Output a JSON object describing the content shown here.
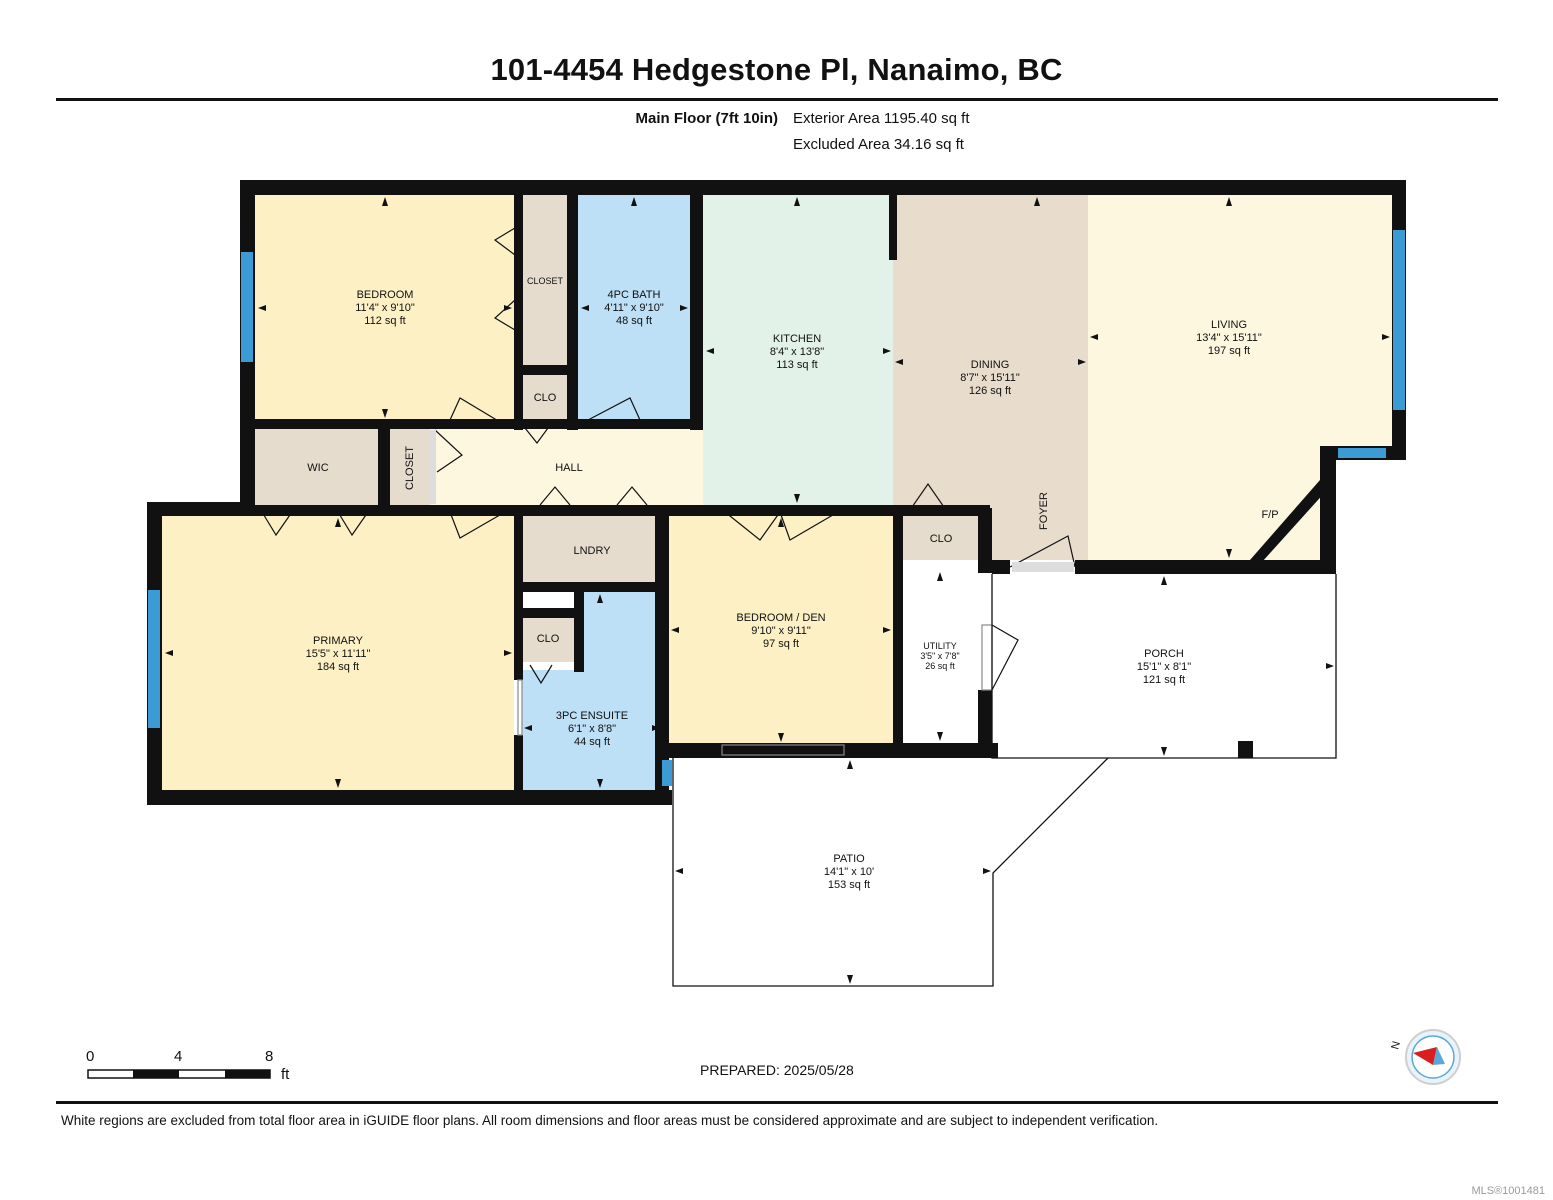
{
  "title": "101-4454 Hedgestone Pl, Nanaimo, BC",
  "floor": {
    "label": "Main Floor (7ft 10in)",
    "exterior_area": "Exterior Area 1195.40 sq ft",
    "excluded_area": "Excluded Area 34.16 sq ft"
  },
  "rooms": {
    "bedroom": {
      "name": "BEDROOM",
      "dims": "11'4\" x 9'10\"",
      "area": "112 sq ft"
    },
    "closet_top": {
      "name": "CLOSET"
    },
    "bath4": {
      "name": "4PC BATH",
      "dims": "4'11\" x 9'10\"",
      "area": "48 sq ft"
    },
    "kitchen": {
      "name": "KITCHEN",
      "dims": "8'4\" x 13'8\"",
      "area": "113 sq ft"
    },
    "dining": {
      "name": "DINING",
      "dims": "8'7\" x 15'11\"",
      "area": "126 sq ft"
    },
    "living": {
      "name": "LIVING",
      "dims": "13'4\" x 15'11\"",
      "area": "197 sq ft"
    },
    "clo_hall": {
      "name": "CLO"
    },
    "wic": {
      "name": "WIC"
    },
    "closet_hall": {
      "name": "CLOSET"
    },
    "hall": {
      "name": "HALL"
    },
    "lndry": {
      "name": "LNDRY"
    },
    "primary": {
      "name": "PRIMARY",
      "dims": "15'5\" x 11'11\"",
      "area": "184 sq ft"
    },
    "clo_ensuite": {
      "name": "CLO"
    },
    "ensuite": {
      "name": "3PC ENSUITE",
      "dims": "6'1\" x 8'8\"",
      "area": "44 sq ft"
    },
    "den": {
      "name": "BEDROOM / DEN",
      "dims": "9'10\" x 9'11\"",
      "area": "97 sq ft"
    },
    "clo_foyer": {
      "name": "CLO"
    },
    "foyer": {
      "name": "FOYER"
    },
    "utility": {
      "name": "UTILITY",
      "dims": "3'5\" x 7'8\"",
      "area": "26 sq ft"
    },
    "porch": {
      "name": "PORCH",
      "dims": "15'1\" x 8'1\"",
      "area": "121 sq ft"
    },
    "patio": {
      "name": "PATIO",
      "dims": "14'1\" x 10'",
      "area": "153 sq ft"
    },
    "fp": {
      "name": "F/P"
    }
  },
  "scale": {
    "labels": [
      "0",
      "4",
      "8"
    ],
    "unit": "ft"
  },
  "prepared": "PREPARED: 2025/05/28",
  "disclaimer": "White regions are excluded from total floor area in iGUIDE floor plans. All room dimensions and floor areas must be considered approximate and are subject to independent verification.",
  "watermark": "MLS®1001481",
  "compass": {
    "label": "N"
  },
  "colors": {
    "wall": "#111111",
    "bedroom": "#fdf0c5",
    "bath": "#bde0f7",
    "kitchen": "#e3f2e8",
    "dining": "#e8ddcc",
    "living": "#fdf7df",
    "closet": "#e5dccd",
    "hall": "#fdf7df",
    "window": "#3c9ad4"
  }
}
